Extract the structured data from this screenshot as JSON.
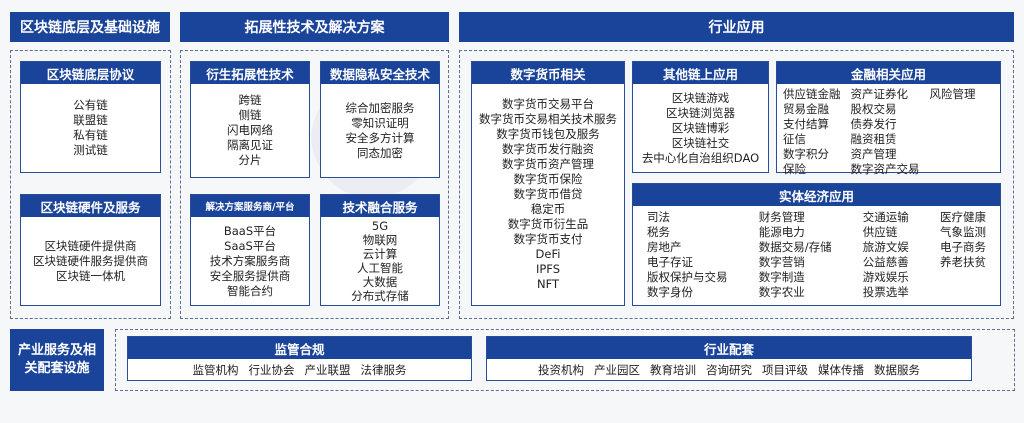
{
  "columns": {
    "infra": {
      "title": "区块链底层及基础设施"
    },
    "extension": {
      "title": "拓展性技术及解决方案"
    },
    "industry": {
      "title": "行业应用"
    }
  },
  "infra_boxes": [
    {
      "title": "区块链底层协议",
      "items": [
        "公有链",
        "联盟链",
        "私有链",
        "测试链"
      ]
    },
    {
      "title": "区块链硬件及服务",
      "items": [
        "区块链硬件提供商",
        "区块链硬件服务提供商",
        "区块链一体机"
      ]
    }
  ],
  "extension_boxes": [
    {
      "title": "衍生拓展性技术",
      "items": [
        "跨链",
        "侧链",
        "闪电网络",
        "隔离见证",
        "分片"
      ]
    },
    {
      "title": "数据隐私安全技术",
      "items": [
        "综合加密服务",
        "零知识证明",
        "安全多方计算",
        "同态加密"
      ]
    },
    {
      "title": "解决方案服务商/平台",
      "items": [
        "BaaS平台",
        "SaaS平台",
        "技术方案服务商",
        "安全服务提供商",
        "智能合约"
      ]
    },
    {
      "title": "技术融合服务",
      "items": [
        "5G",
        "物联网",
        "云计算",
        "人工智能",
        "大数据",
        "分布式存储"
      ]
    }
  ],
  "industry_boxes": {
    "digital_currency": {
      "title": "数字货币相关",
      "items": [
        "数字货币交易平台",
        "数字货币交易相关技术服务",
        "数字货币钱包及服务",
        "数字货币发行融资",
        "数字货币资产管理",
        "数字货币保险",
        "数字货币借贷",
        "稳定币",
        "数字货币衍生品",
        "数字货币支付",
        "DeFi",
        "IPFS",
        "NFT"
      ]
    },
    "other_chain": {
      "title": "其他链上应用",
      "items": [
        "区块链游戏",
        "区块链浏览器",
        "区块链博彩",
        "区块链社交",
        "去中心化自治组织DAO"
      ]
    },
    "finance": {
      "title": "金融相关应用",
      "columns": [
        [
          "供应链金融",
          "贸易金融",
          "支付结算",
          "征信",
          "数字积分",
          "保险"
        ],
        [
          "资产证券化",
          "股权交易",
          "债券发行",
          "融资租赁",
          "资产管理",
          "数字资产交易"
        ],
        [
          "风险管理"
        ]
      ]
    },
    "real_economy": {
      "title": "实体经济应用",
      "columns": [
        [
          "司法",
          "税务",
          "房地产",
          "电子存证",
          "版权保护与交易",
          "数字身份"
        ],
        [
          "财务管理",
          "能源电力",
          "数据交易/存储",
          "数字营销",
          "数字制造",
          "数字农业"
        ],
        [
          "交通运输",
          "供应链",
          "旅游文娱",
          "公益慈善",
          "游戏娱乐",
          "投票选举"
        ],
        [
          "医疗健康",
          "气象监测",
          "电子商务",
          "养老扶贫"
        ]
      ]
    }
  },
  "bottom": {
    "label": "产业服务及相关配套设施",
    "label_lines": [
      "产业服务及相",
      "关配套设施"
    ],
    "regulation": {
      "title": "监管合规",
      "items": [
        "监管机构",
        "行业协会",
        "产业联盟",
        "法律服务"
      ]
    },
    "supporting": {
      "title": "行业配套",
      "items": [
        "投资机构",
        "产业园区",
        "教育培训",
        "咨询研究",
        "项目评级",
        "媒体传播",
        "数据服务"
      ]
    }
  },
  "colors": {
    "header_blue": "#1a449a",
    "border_blue": "#2b4d98",
    "dash": "#5a6f99",
    "background": "#f6f7f9"
  }
}
